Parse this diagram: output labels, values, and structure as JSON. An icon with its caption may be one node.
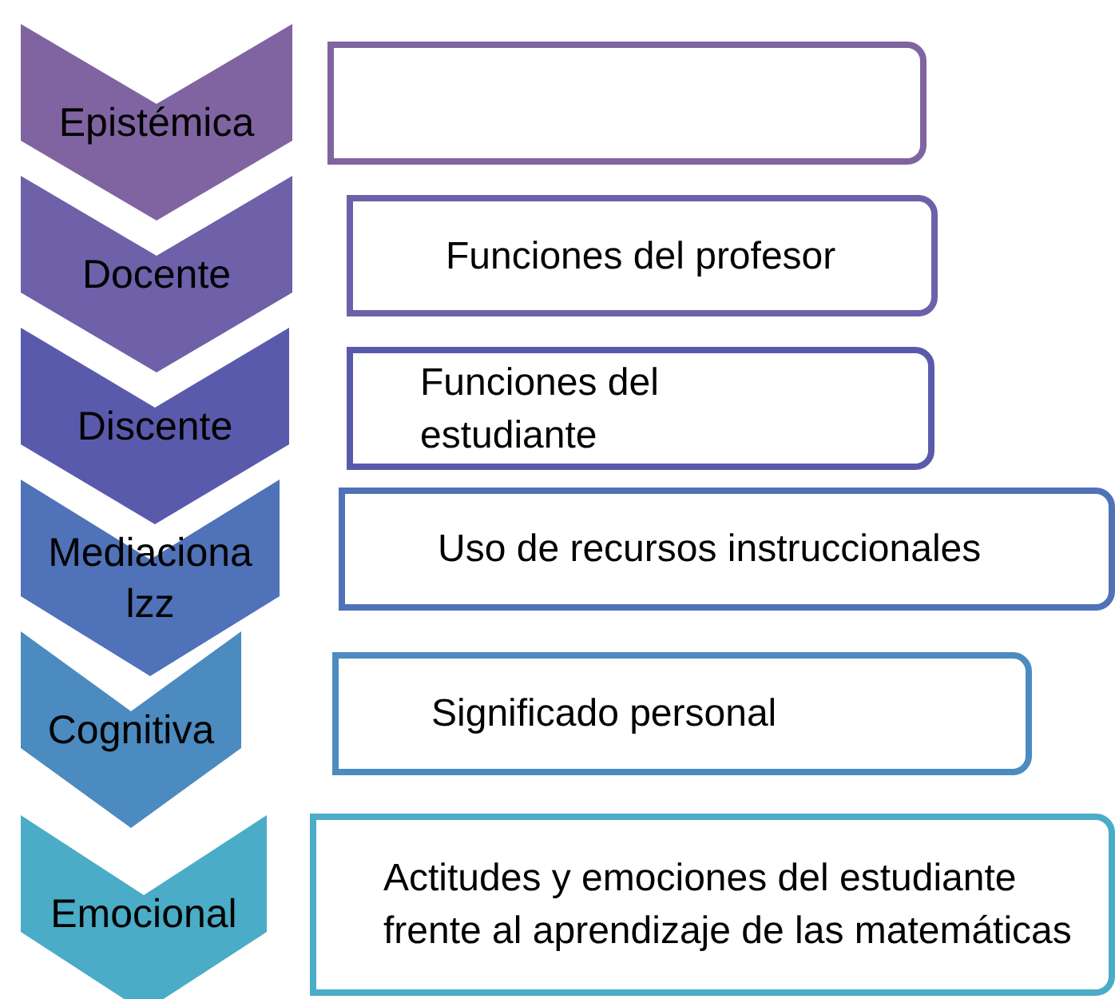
{
  "diagram": {
    "nodes": [
      {
        "text": [
          "Epistémica"
        ]
      },
      {
        "text": [],
        "shape": "box"
      },
      {
        "text": [
          "Docente"
        ]
      },
      {
        "text": [
          "Funciones del profesor"
        ]
      },
      {
        "text": [
          "Discente"
        ]
      },
      {
        "text": [
          "Funciones del estudiante"
        ]
      },
      {
        "text": [
          "Mediaciona lzz"
        ]
      },
      {
        "text": [
          "Uso de recursos instruccionales"
        ]
      },
      {
        "text": [
          "Cognitiva"
        ]
      },
      {
        "text": [
          "Significado personal"
        ]
      },
      {
        "text": [
          "Emocional"
        ]
      },
      {
        "text": [
          "Actitudes y emociones del estudiante frente al aprendizaje de las matemáticas"
        ]
      }
    ]
  }
}
